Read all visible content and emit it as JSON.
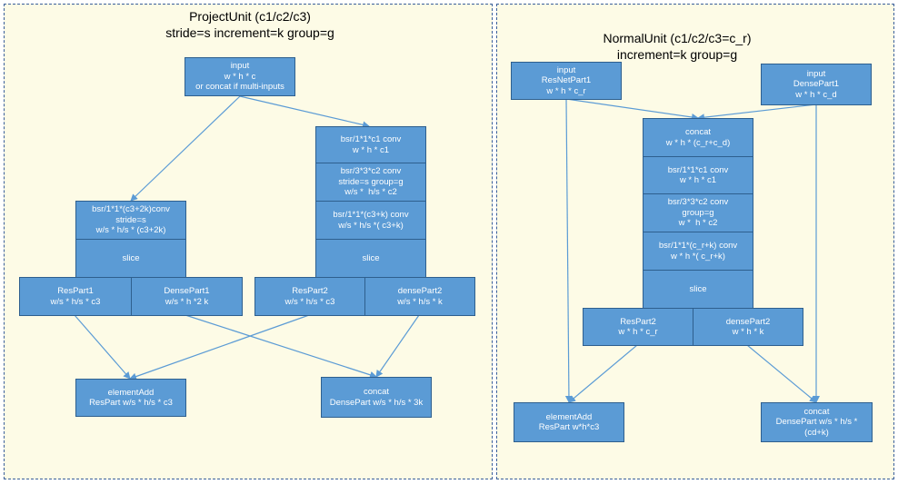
{
  "left": {
    "title": "ProjectUnit (c1/c2/c3)\nstride=s increment=k group=g",
    "input": "input\nw * h * c\nor concat if multi-inputs",
    "conv_a": "bsr/1*1*(c3+2k)conv\nstride=s\nw/s * h/s * (c3+2k)",
    "slice_a": "slice",
    "respart1": "ResPart1\nw/s * h/s * c3",
    "densepart1": "DensePart1\nw/s * h *2 k",
    "conv_b1": "bsr/1*1*c1 conv\nw * h * c1",
    "conv_b2": "bsr/3*3*c2 conv\nstride=s group=g\nw/s *  h/s * c2",
    "conv_b3": "bsr/1*1*(c3+k) conv\nw/s * h/s *( c3+k)",
    "slice_b": "slice",
    "respart2": "ResPart2\nw/s * h/s * c3",
    "densepart2": "densePart2\nw/s * h/s * k",
    "elementadd": "elementAdd\nResPart w/s * h/s * c3",
    "concat": "concat\nDensePart w/s * h/s * 3k"
  },
  "right": {
    "title": "NormalUnit (c1/c2/c3=c_r)\nincrement=k group=g",
    "input_res": "input\nResNetPart1\nw * h * c_r",
    "input_dense": "input\nDensePart1\nw * h * c_d",
    "concat_top": "concat\nw * h * (c_r+c_d)",
    "conv1": "bsr/1*1*c1 conv\nw * h * c1",
    "conv2": "bsr/3*3*c2 conv\ngroup=g\nw *  h * c2",
    "conv3": "bsr/1*1*(c_r+k) conv\nw * h *( c_r+k)",
    "slice": "slice",
    "respart2": "ResPart2\nw * h * c_r",
    "densepart2": "densePart2\nw * h * k",
    "elementadd": "elementAdd\nResPart w*h*c3",
    "concat": "concat\nDensePart w/s * h/s *\n(cd+k)"
  }
}
